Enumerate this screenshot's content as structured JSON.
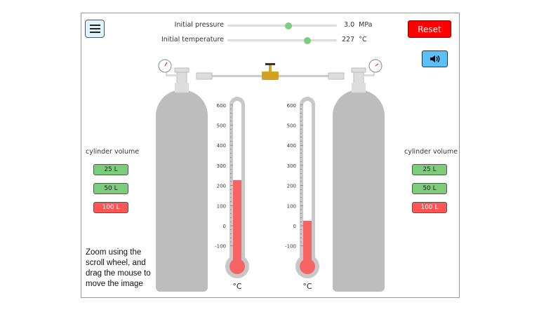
{
  "controls": {
    "pressure_label": "Initial pressure",
    "pressure_value": "3.0",
    "pressure_unit": "MPa",
    "pressure_fraction": 0.56,
    "temperature_label": "Initial temperature",
    "temperature_value": "227",
    "temperature_unit": "°C",
    "temperature_fraction": 0.73
  },
  "buttons": {
    "reset": "Reset",
    "menu_icon": "hamburger-icon",
    "sound_icon": "speaker-icon"
  },
  "left_panel": {
    "title": "cylinder volume",
    "options": [
      "25 L",
      "50 L",
      "100 L"
    ],
    "selected": "100 L"
  },
  "right_panel": {
    "title": "cylinder volume",
    "options": [
      "25 L",
      "50 L",
      "100 L"
    ],
    "selected": "100 L"
  },
  "thermometers": {
    "ticks": [
      "600",
      "500",
      "400",
      "300",
      "200",
      "100",
      "0",
      "-100"
    ],
    "unit": "°C",
    "left_value": 227,
    "right_value": 25
  },
  "instructions": "Zoom using the scroll wheel, and drag the mouse to move the image",
  "colors": {
    "selected": "#ff5555",
    "unselected": "#7ccc7c",
    "reset": "#ff0000",
    "sound": "#5bc0f5",
    "fill": "#f86464"
  }
}
